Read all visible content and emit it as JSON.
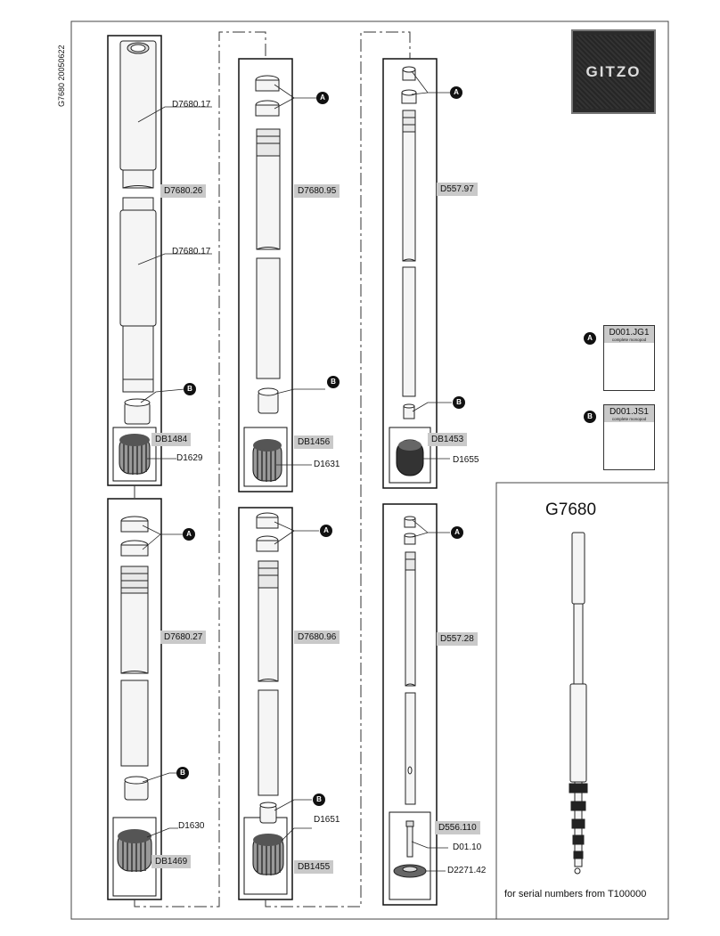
{
  "sheet": {
    "doc_id": "G7680 20050622",
    "model": "G7680",
    "serial_note": "for serial numbers from T100000"
  },
  "logo": {
    "text": "GITZO"
  },
  "parts": {
    "d7680_17_top": "D7680.17",
    "d7680_26": "D7680.26",
    "d7680_17_mid": "D7680.17",
    "db1484": "DB1484",
    "d1629": "D1629",
    "d7680_27": "D7680.27",
    "d1630": "D1630",
    "db1469": "DB1469",
    "d7680_95": "D7680.95",
    "db1456": "DB1456",
    "d1631": "D1631",
    "d7680_96": "D7680.96",
    "d1651": "D1651",
    "db1455": "DB1455",
    "d557_97": "D557.97",
    "db1453": "DB1453",
    "d1655": "D1655",
    "d557_28": "D557.28",
    "d556_110": "D556.110",
    "d01_10": "D01.10",
    "d2271_42": "D2271.42"
  },
  "kits": [
    {
      "letter": "A",
      "code": "D001.JG1",
      "subtitle": "complete monopod"
    },
    {
      "letter": "B",
      "code": "D001.JS1",
      "subtitle": "complete monopod"
    }
  ],
  "callouts": {
    "a": "A",
    "b": "B"
  }
}
